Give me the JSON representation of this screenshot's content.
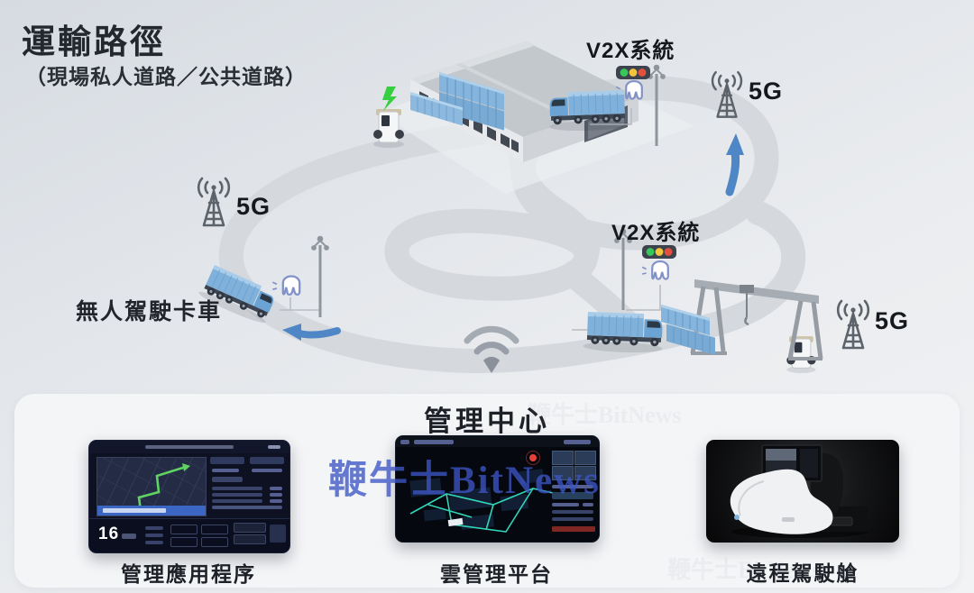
{
  "header": {
    "title": "運輸路徑",
    "subtitle": "（現場私人道路／公共道路）"
  },
  "scene": {
    "labels": {
      "v2x_top": "V2X系統",
      "v2x_mid": "V2X系統",
      "g5_left": "5G",
      "g5_top_right": "5G",
      "g5_right": "5G",
      "driverless_truck": "無人駕駛卡車"
    },
    "icons": [
      "5g-antenna-icon",
      "traffic-light-icon",
      "rsu-sensor-icon",
      "wifi-icon",
      "ev-charger-icon",
      "lightning-icon",
      "up-arrow-icon",
      "left-arrow-icon"
    ]
  },
  "management_center": {
    "title": "管理中心",
    "screens": [
      {
        "label": "管理應用程序",
        "metric_value": "16"
      },
      {
        "label": "雲管理平台"
      },
      {
        "label": "遠程駕駛艙"
      }
    ]
  },
  "watermark": {
    "text": "鞭牛士BitNews"
  },
  "colors": {
    "road": "#d5d9dd",
    "truck_blue": "#7fb1da",
    "arrow_blue": "#4e86c6",
    "panel_bg": "#f4f5f7",
    "screen_bg": "#0d1122",
    "route_green": "#5fd463",
    "traffic_green": "#36c75a",
    "traffic_yellow": "#f2c53d",
    "traffic_red": "#e2503e",
    "ev_green": "#35cf3f",
    "watermark_blue": "#3d56c5"
  }
}
